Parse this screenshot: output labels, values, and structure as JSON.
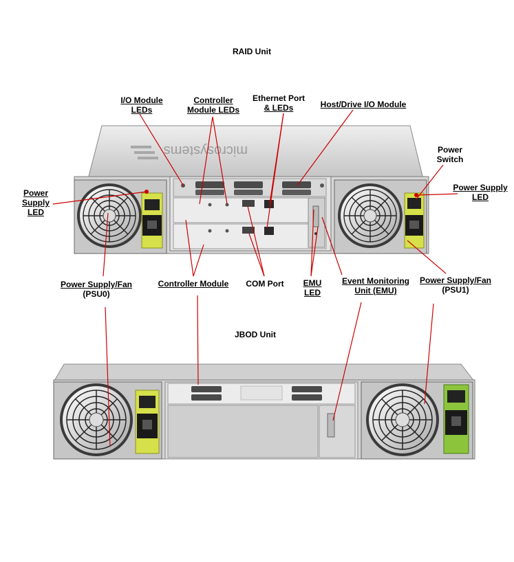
{
  "raid_title": "RAID Unit",
  "jbod_title": "JBOD Unit",
  "raid_logo_text": "microsystems",
  "labels": {
    "io_module_leds": [
      "I/O Module",
      "LEDs"
    ],
    "controller_module_leds": [
      "Controller",
      "Module LEDs"
    ],
    "ethernet_port_leds": [
      "Ethernet Port",
      "& LEDs"
    ],
    "host_drive_io_module": [
      "Host/Drive I/O Module"
    ],
    "power_switch": [
      "Power",
      "Switch"
    ],
    "power_supply_led_left": [
      "Power",
      "Supply",
      "LED"
    ],
    "power_supply_led_right": [
      "Power Supply",
      "LED"
    ],
    "psu0": [
      "Power Supply/Fan",
      "(PSU0)"
    ],
    "controller_module": [
      "Controller Module"
    ],
    "com_port": [
      "COM Port"
    ],
    "emu_led": [
      "EMU",
      "LED"
    ],
    "emu": [
      "Event Monitoring",
      "Unit (EMU)"
    ],
    "psu1": [
      "Power Supply/Fan",
      "(PSU1)"
    ]
  },
  "colors": {
    "leader_line": "#cc0000",
    "chassis": "#cfcfcf",
    "module": "#e8e8e8",
    "yellow_tab": "#d6e04a",
    "green_tab": "#8cc43c"
  }
}
